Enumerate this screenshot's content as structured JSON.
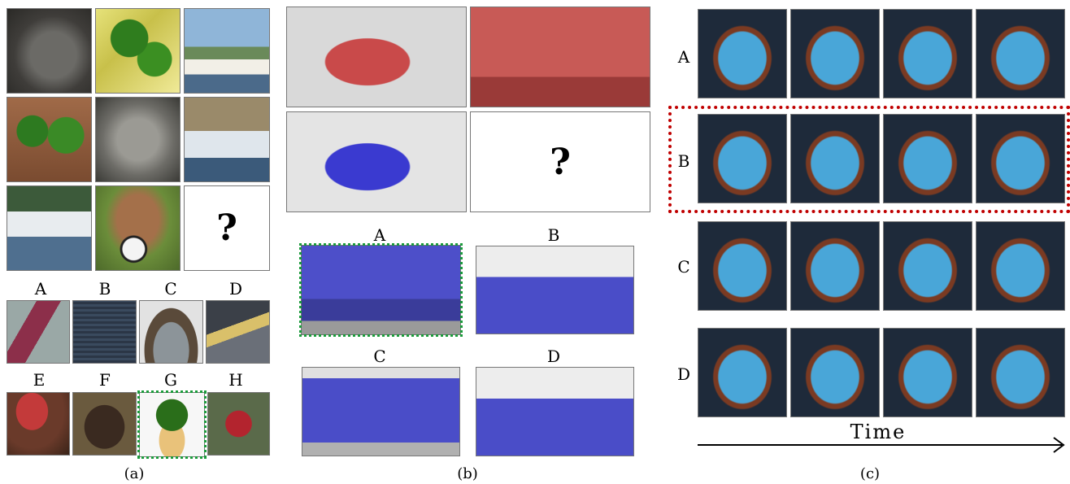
{
  "panel_a": {
    "question_mark": "?",
    "option_labels": [
      "A",
      "B",
      "C",
      "D",
      "E",
      "F",
      "G",
      "H"
    ],
    "caption": "(a)"
  },
  "panel_b": {
    "question_mark": "?",
    "option_labels": [
      "A",
      "B",
      "C",
      "D"
    ],
    "caption": "(b)"
  },
  "panel_c": {
    "row_labels": [
      "A",
      "B",
      "C",
      "D"
    ],
    "time_label": "Time",
    "caption": "(c)"
  },
  "colors": {
    "correct_answer_outline": "#1a9a3a",
    "selected_row_outline": "#c00000"
  }
}
